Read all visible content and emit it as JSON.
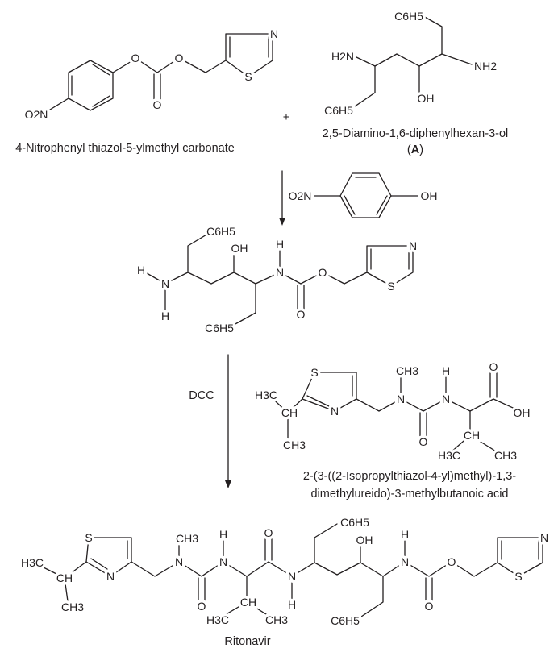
{
  "reactant_1": {
    "name": "4-Nitrophenyl thiazol-5-ylmethyl carbonate",
    "atoms": [
      "O2N",
      "O",
      "O",
      "O",
      "N",
      "S"
    ]
  },
  "plus": "+",
  "reactant_2": {
    "name": "2,5-Diamino-1,6-diphenylhexan-3-ol",
    "label_open": "(",
    "label": "A",
    "label_close": ")",
    "atoms": [
      "H2N",
      "NH2",
      "OH",
      "C6H5",
      "C6H5"
    ]
  },
  "step_1": {
    "byproduct_atoms": [
      "O2N",
      "OH"
    ]
  },
  "intermediate": {
    "atoms": [
      "H",
      "N",
      "H",
      "C6H5",
      "OH",
      "C6H5",
      "N",
      "H",
      "O",
      "O",
      "N",
      "S"
    ]
  },
  "step_2": {
    "reagent": "DCC"
  },
  "reactant_3": {
    "name_line1": "2-(3-((2-Isopropylthiazol-4-yl)methyl)-1,3-",
    "name_line2": "dimethylureido)-3-methylbutanoic acid",
    "atoms": [
      "S",
      "N",
      "H3C",
      "CH",
      "CH3",
      "N",
      "CH3",
      "O",
      "N",
      "H",
      "O",
      "OH",
      "CH",
      "H3C",
      "CH3"
    ]
  },
  "product": {
    "name": "Ritonavir",
    "atoms": [
      "S",
      "N",
      "H3C",
      "CH",
      "CH3",
      "N",
      "CH3",
      "O",
      "N",
      "H",
      "CH",
      "H3C",
      "CH3",
      "O",
      "N",
      "H",
      "C6H5",
      "OH",
      "C6H5",
      "N",
      "H",
      "O",
      "O",
      "N",
      "S"
    ]
  }
}
